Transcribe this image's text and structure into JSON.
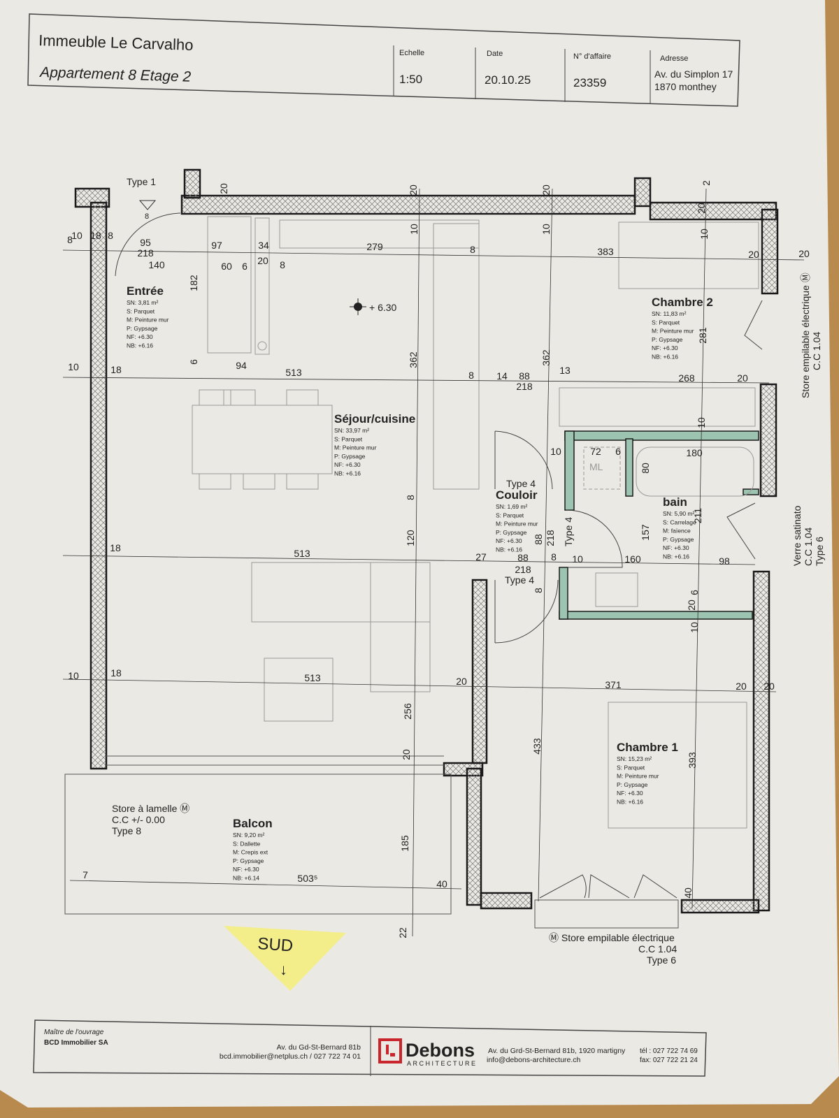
{
  "title_block": {
    "project": "Immeuble Le Carvalho",
    "unit": "Appartement 8 Etage 2",
    "scale_label": "Echelle",
    "scale": "1:50",
    "date_label": "Date",
    "date": "20.10.25",
    "case_label": "N° d'affaire",
    "case": "23359",
    "address_label": "Adresse",
    "address_line1": "Av. du Simplon 17",
    "address_line2": "1870 monthey"
  },
  "rooms": [
    {
      "name": "Entrée",
      "lines": [
        "SN: 3,81 m²",
        "S: Parquet",
        "M: Peinture mur",
        "P: Gypsage",
        "NF: +6.30",
        "NB: +6.16"
      ]
    },
    {
      "name": "Séjour/cuisine",
      "lines": [
        "SN: 33,97 m²",
        "S: Parquet",
        "M: Peinture mur",
        "P: Gypsage",
        "NF: +6.30",
        "NB: +6.16"
      ]
    },
    {
      "name": "Chambre 2",
      "lines": [
        "SN: 11,83 m²",
        "S: Parquet",
        "M: Peinture mur",
        "P: Gypsage",
        "NF: +6.30",
        "NB: +6.16"
      ]
    },
    {
      "name": "Couloir",
      "lines": [
        "SN: 1,69 m²",
        "S: Parquet",
        "M: Peinture mur",
        "P: Gypsage",
        "NF: +6.30",
        "NB: +6.16"
      ]
    },
    {
      "name": "bain",
      "lines": [
        "SN: 5,90 m²",
        "S: Carrelage",
        "M: faïence",
        "P: Gypsage",
        "NF: +6.30",
        "NB: +6.16"
      ]
    },
    {
      "name": "Chambre 1",
      "lines": [
        "SN: 15,23 m²",
        "S: Parquet",
        "M: Peinture mur",
        "P: Gypsage",
        "NF: +6.30",
        "NB: +6.16"
      ]
    },
    {
      "name": "Balcon",
      "lines": [
        "SN: 9,20 m²",
        "S: Dallette",
        "M: Crepis ext",
        "P: Gypsage",
        "NF: +6.30",
        "NB: +6.14"
      ]
    }
  ],
  "notes": {
    "door_type1": "Type 1",
    "door_type1_tag": "8",
    "door_type4_a": "Type 4",
    "door_type4_b": "Type 4",
    "door_type4_c": "Type 4",
    "level_mark": "+ 6.30",
    "washer": "ML",
    "balcony_store": [
      "Store à lamelle Ⓜ",
      "C.C +/- 0.00",
      "Type 8"
    ],
    "ch2_window": [
      "Store empilable électrique Ⓜ",
      "C.C 1.04"
    ],
    "bath_window": [
      "Verre satinato",
      "C.C 1.04",
      "Type 6"
    ],
    "ch1_window": [
      "Ⓜ Store empilable électrique",
      "C.C 1.04",
      "Type 6"
    ],
    "sticky_note": "SUD",
    "sticky_arrow": "↓"
  },
  "dims": [
    "20",
    "20",
    "20",
    "2",
    "20",
    "10",
    "10",
    "10",
    "8",
    "10",
    "18",
    "8",
    "95",
    "218",
    "140",
    "97",
    "34",
    "60",
    "6",
    "20",
    "8",
    "279",
    "8",
    "383",
    "20",
    "20",
    "182",
    "6",
    "94",
    "513",
    "362",
    "362",
    "281",
    "10",
    "18",
    "8",
    "14",
    "88",
    "218",
    "13",
    "268",
    "20",
    "10",
    "10",
    "72",
    "6",
    "180",
    "80",
    "8",
    "120",
    "157",
    "211",
    "18",
    "513",
    "27",
    "88",
    "218",
    "8",
    "10",
    "160",
    "98",
    "88",
    "218",
    "20",
    "6",
    "10",
    "10",
    "18",
    "513",
    "20",
    "371",
    "20",
    "20",
    "256",
    "433",
    "393",
    "20",
    "185",
    "7",
    "503⁵",
    "40",
    "40",
    "22",
    "8"
  ],
  "footer": {
    "owner_label": "Maître de l'ouvrage",
    "owner": "BCD Immobilier SA",
    "owner_address": "Av. du Gd-St-Bernard 81b",
    "owner_contact": "bcd.immobilier@netplus.ch / 027 722 74 01",
    "architect_logo": "Debons",
    "architect_sub": "ARCHITECTURE",
    "architect_address": "Av. du Grd-St-Bernard 81b, 1920 martigny",
    "architect_email": "info@debons-architecture.ch",
    "tel": "tél : 027 722 74 69",
    "fax": "fax: 027 722 21 24"
  },
  "colors": {
    "paper": "#ebe9e4",
    "wall": "#1a1a1a",
    "bath_wall": "#9cc4b0",
    "logo_red": "#c8262c",
    "sticky": "#f3ee8a"
  }
}
